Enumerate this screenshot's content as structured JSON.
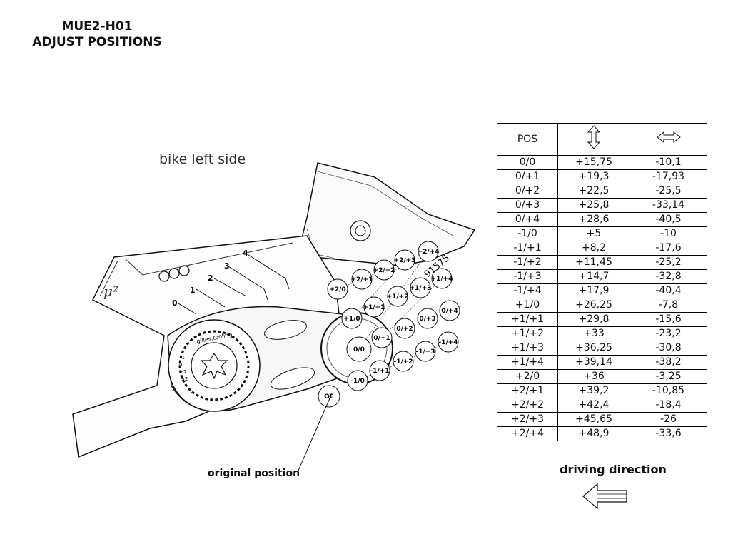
{
  "title": {
    "line1": "MUE2-H01",
    "line2": "ADJUST POSITIONS"
  },
  "side_label": "bike left side",
  "original_position_label": "original position",
  "driving_direction_label": "driving direction",
  "logo_text": "gilles.tooling",
  "mu_label": "μ²",
  "part_number": "91575",
  "scale_ticks": [
    "0",
    "1",
    "2",
    "3",
    "4"
  ],
  "dial_ticks": [
    "-1",
    "0",
    "+1",
    "+2"
  ],
  "positions_diagram": [
    "+2/+4",
    "+2/+3",
    "+2/+2",
    "+2/+1",
    "+2/0",
    "+1/+4",
    "+1/+3",
    "+1/+2",
    "+1/+1",
    "+1/0",
    "0/+4",
    "0/+3",
    "0/+2",
    "0/+1",
    "0/0",
    "-1/+4",
    "-1/+3",
    "-1/+2",
    "-1/+1",
    "-1/0",
    "OE"
  ],
  "table": {
    "headers": [
      "POS",
      "vertical-arrow-icon",
      "horizontal-arrow-icon"
    ],
    "rows": [
      [
        "0/0",
        "+15,75",
        "-10,1"
      ],
      [
        "0/+1",
        "+19,3",
        "-17,93"
      ],
      [
        "0/+2",
        "+22,5",
        "-25,5"
      ],
      [
        "0/+3",
        "+25,8",
        "-33,14"
      ],
      [
        "0/+4",
        "+28,6",
        "-40,5"
      ],
      [
        "-1/0",
        "+5",
        "-10"
      ],
      [
        "-1/+1",
        "+8,2",
        "-17,6"
      ],
      [
        "-1/+2",
        "+11,45",
        "-25,2"
      ],
      [
        "-1/+3",
        "+14,7",
        "-32,8"
      ],
      [
        "-1/+4",
        "+17,9",
        "-40,4"
      ],
      [
        "+1/0",
        "+26,25",
        "-7,8"
      ],
      [
        "+1/+1",
        "+29,8",
        "-15,6"
      ],
      [
        "+1/+2",
        "+33",
        "-23,2"
      ],
      [
        "+1/+3",
        "+36,25",
        "-30,8"
      ],
      [
        "+1/+4",
        "+39,14",
        "-38,2"
      ],
      [
        "+2/0",
        "+36",
        "-3,25"
      ],
      [
        "+2/+1",
        "+39,2",
        "-10,85"
      ],
      [
        "+2/+2",
        "+42,4",
        "-18,4"
      ],
      [
        "+2/+3",
        "+45,65",
        "-26"
      ],
      [
        "+2/+4",
        "+48,9",
        "-33,6"
      ]
    ]
  }
}
